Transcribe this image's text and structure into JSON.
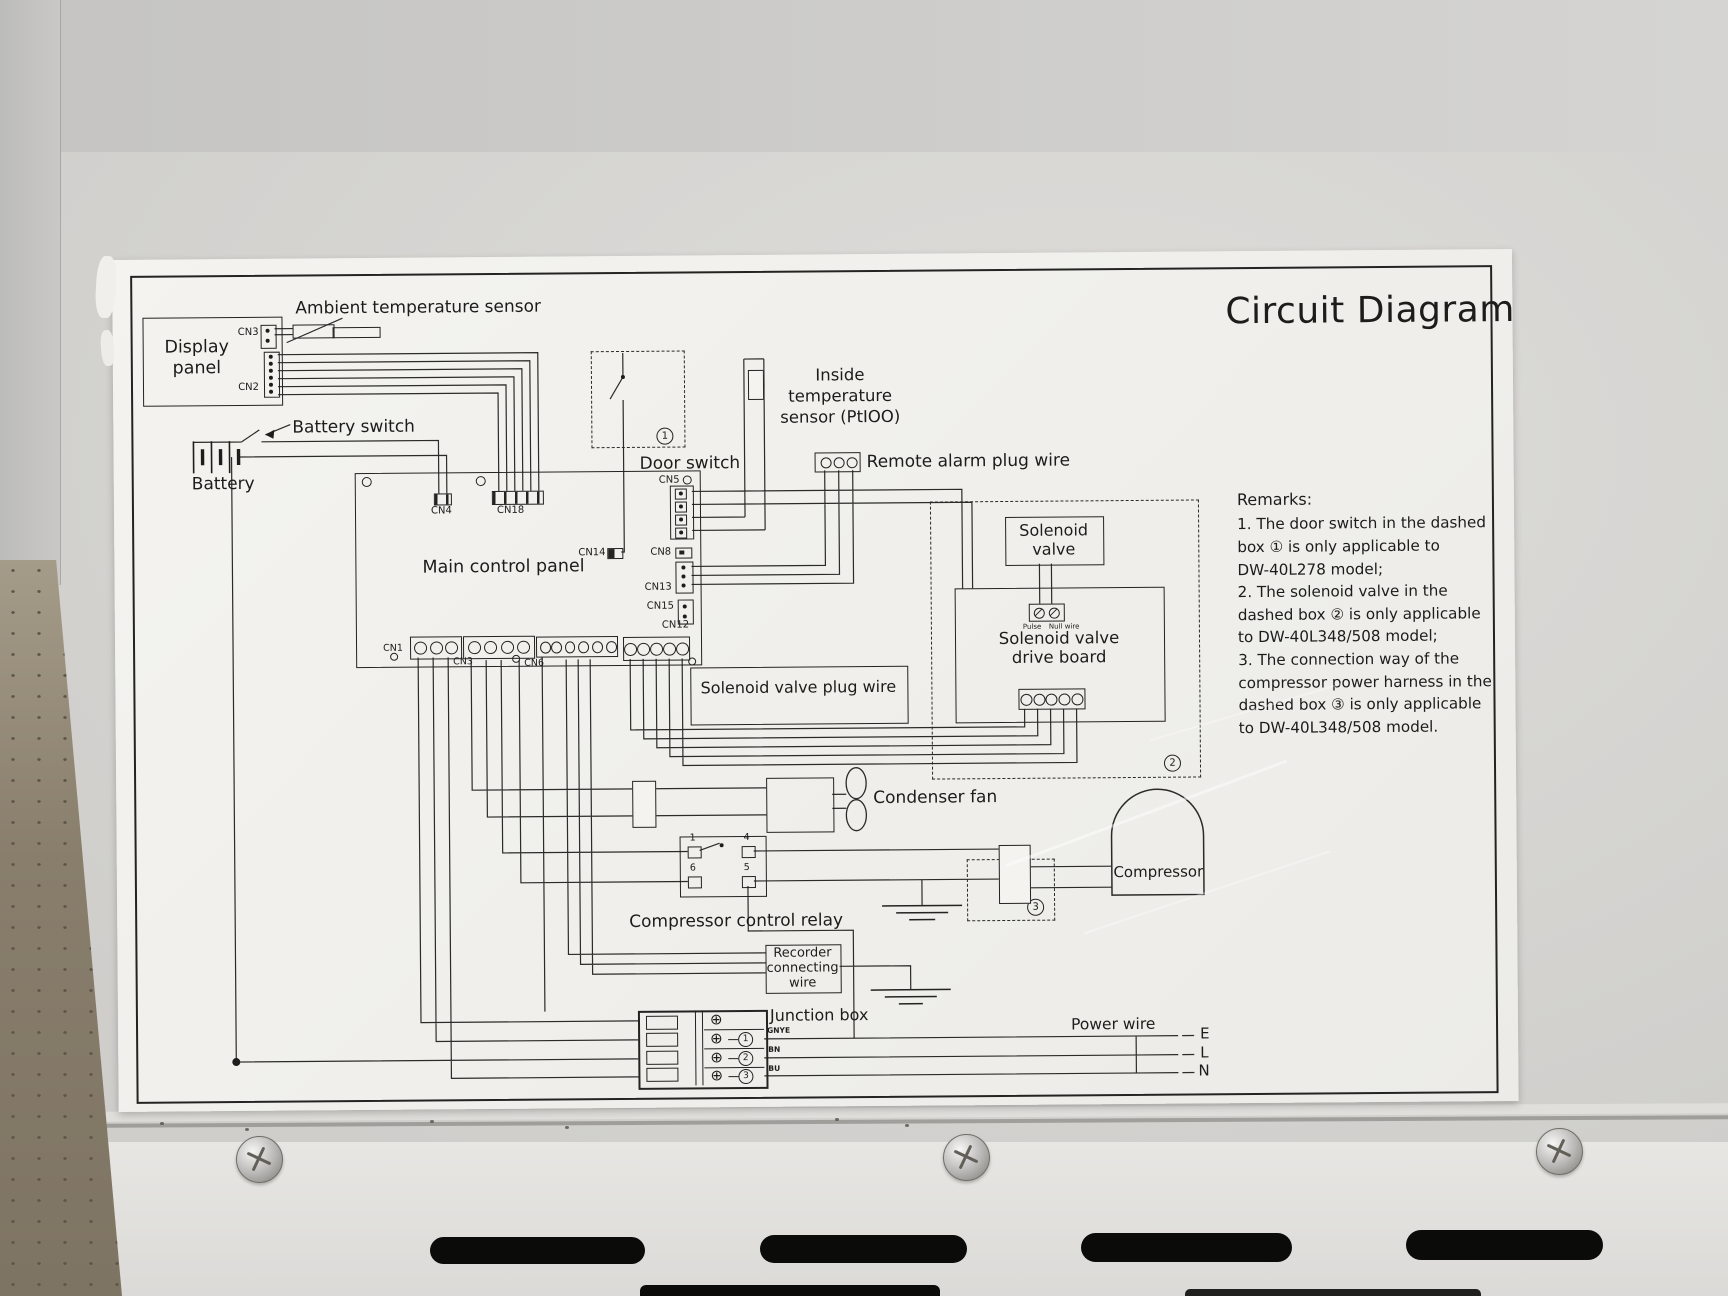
{
  "title": "Circuit Diagram",
  "labels": {
    "ambient_sensor": "Ambient temperature sensor",
    "display_panel_line1": "Display",
    "display_panel_line2": "panel",
    "battery_switch": "Battery switch",
    "battery": "Battery",
    "door_switch": "Door switch",
    "inside_sensor_line1": "Inside",
    "inside_sensor_line2": "temperature",
    "inside_sensor_line3": "sensor (PtIOO)",
    "remote_alarm": "Remote alarm plug wire",
    "main_control_panel": "Main control panel",
    "solenoid_plug_wire": "Solenoid valve plug wire",
    "solenoid_valve_line1": "Solenoid",
    "solenoid_valve_line2": "valve",
    "pulse": "Pulse",
    "null_wire": "Null wire",
    "drive_board_line1": "Solenoid valve",
    "drive_board_line2": "drive board",
    "condenser_fan": "Condenser fan",
    "compressor_relay": "Compressor control relay",
    "compressor": "Compressor",
    "recorder_line1": "Recorder",
    "recorder_line2": "connecting",
    "recorder_line3": "wire",
    "junction_box": "Junction box",
    "power_wire": "Power wire"
  },
  "connectors": {
    "cn3_top": "CN3",
    "cn2": "CN2",
    "cn4": "CN4",
    "cn18": "CN18",
    "cn5": "CN5",
    "cn14": "CN14",
    "cn8": "CN8",
    "cn13": "CN13",
    "cn15": "CN15",
    "cn12": "CN12",
    "cn1": "CN1",
    "cn3_bottom": "CN3",
    "cn6": "CN6"
  },
  "markers": {
    "box1": "1",
    "box2": "2",
    "box3": "3"
  },
  "relay_terminals": [
    "1",
    "4",
    "6",
    "5"
  ],
  "junction_terminal_symbol": "⊕",
  "junction_rows": [
    {
      "num": "1",
      "color": "GNYE"
    },
    {
      "num": "2",
      "color": "BN"
    },
    {
      "num": "3",
      "color": "BU"
    }
  ],
  "power_terminals": [
    "E",
    "L",
    "N"
  ],
  "remarks": {
    "heading": "Remarks:",
    "lines": [
      "1. The door switch in the dashed",
      "box ① is only applicable to",
      "DW-40L278 model;",
      "2. The solenoid valve in the",
      "dashed box ② is only applicable",
      "to DW-40L348/508 model;",
      "3. The connection way of the",
      "compressor power harness in the",
      "dashed box ③ is only applicable",
      "to DW-40L348/508 model."
    ]
  }
}
